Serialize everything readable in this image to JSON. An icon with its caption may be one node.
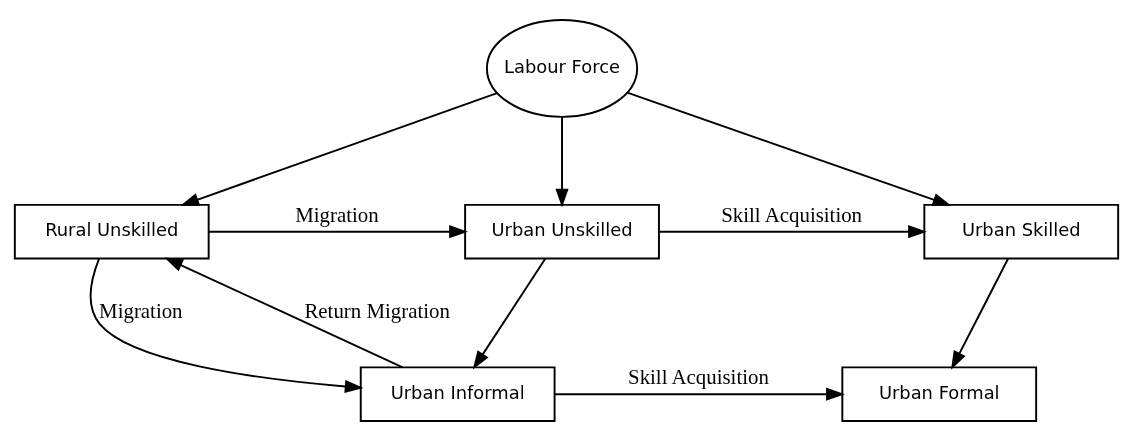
{
  "diagram": {
    "nodes": [
      {
        "text": [
          "Labour Force"
        ]
      },
      {
        "text": [
          "Rural Unskilled"
        ]
      },
      {
        "text": [
          "Urban Unskilled"
        ]
      },
      {
        "text": [
          "Urban Skilled"
        ]
      },
      {
        "text": [
          "Urban Informal"
        ]
      },
      {
        "text": [
          "Urban Formal"
        ]
      }
    ],
    "edges": [
      {
        "from": 0,
        "to": 1,
        "arrow": "to"
      },
      {
        "from": 0,
        "to": 2,
        "arrow": "to"
      },
      {
        "from": 0,
        "to": 3,
        "arrow": "to"
      },
      {
        "from": 1,
        "to": 2,
        "arrow": "to",
        "label": "Migration"
      },
      {
        "from": 2,
        "to": 3,
        "arrow": "to",
        "label": "Skill Acquisition"
      },
      {
        "from": 2,
        "to": 4,
        "arrow": "to"
      },
      {
        "from": 3,
        "to": 5,
        "arrow": "to"
      },
      {
        "from": 1,
        "to": 4,
        "arrow": "to",
        "label": "Migration"
      },
      {
        "from": 4,
        "to": 1,
        "arrow": "to",
        "label": "Return Migration"
      },
      {
        "from": 4,
        "to": 5,
        "arrow": "to",
        "label": "Skill Acquisition"
      }
    ]
  }
}
